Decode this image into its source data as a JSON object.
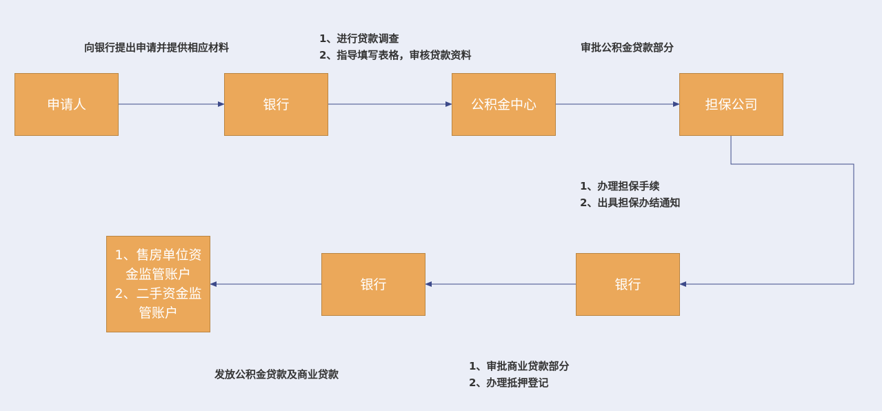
{
  "nodes": {
    "applicant": "申请人",
    "bank_1": "银行",
    "fund_center": "公积金中心",
    "guarantee_company": "担保公司",
    "bank_2": "银行",
    "bank_3": "银行",
    "accounts": {
      "lines": [
        "1、售房单位资",
        "金监管账户",
        "2、二手资金监",
        "管账户"
      ]
    }
  },
  "labels": {
    "submit_application": "向银行提出申请并提供相应材料",
    "bank_steps": [
      "1、进行贷款调查",
      "2、指导填写表格，审核贷款资料"
    ],
    "approve_fund_loan": "审批公积金贷款部分",
    "guarantee_steps": [
      "1、办理担保手续",
      "2、出具担保办结通知"
    ],
    "disburse_loans": "发放公积金贷款及商业贷款",
    "commercial_steps": [
      "1、审批商业贷款部分",
      "2、办理抵押登记"
    ]
  },
  "colors": {
    "node_fill": "#eba85a",
    "node_border": "#b98542",
    "connector": "#3d4a8a",
    "background": "#ebeef7",
    "label_text": "#333333"
  }
}
